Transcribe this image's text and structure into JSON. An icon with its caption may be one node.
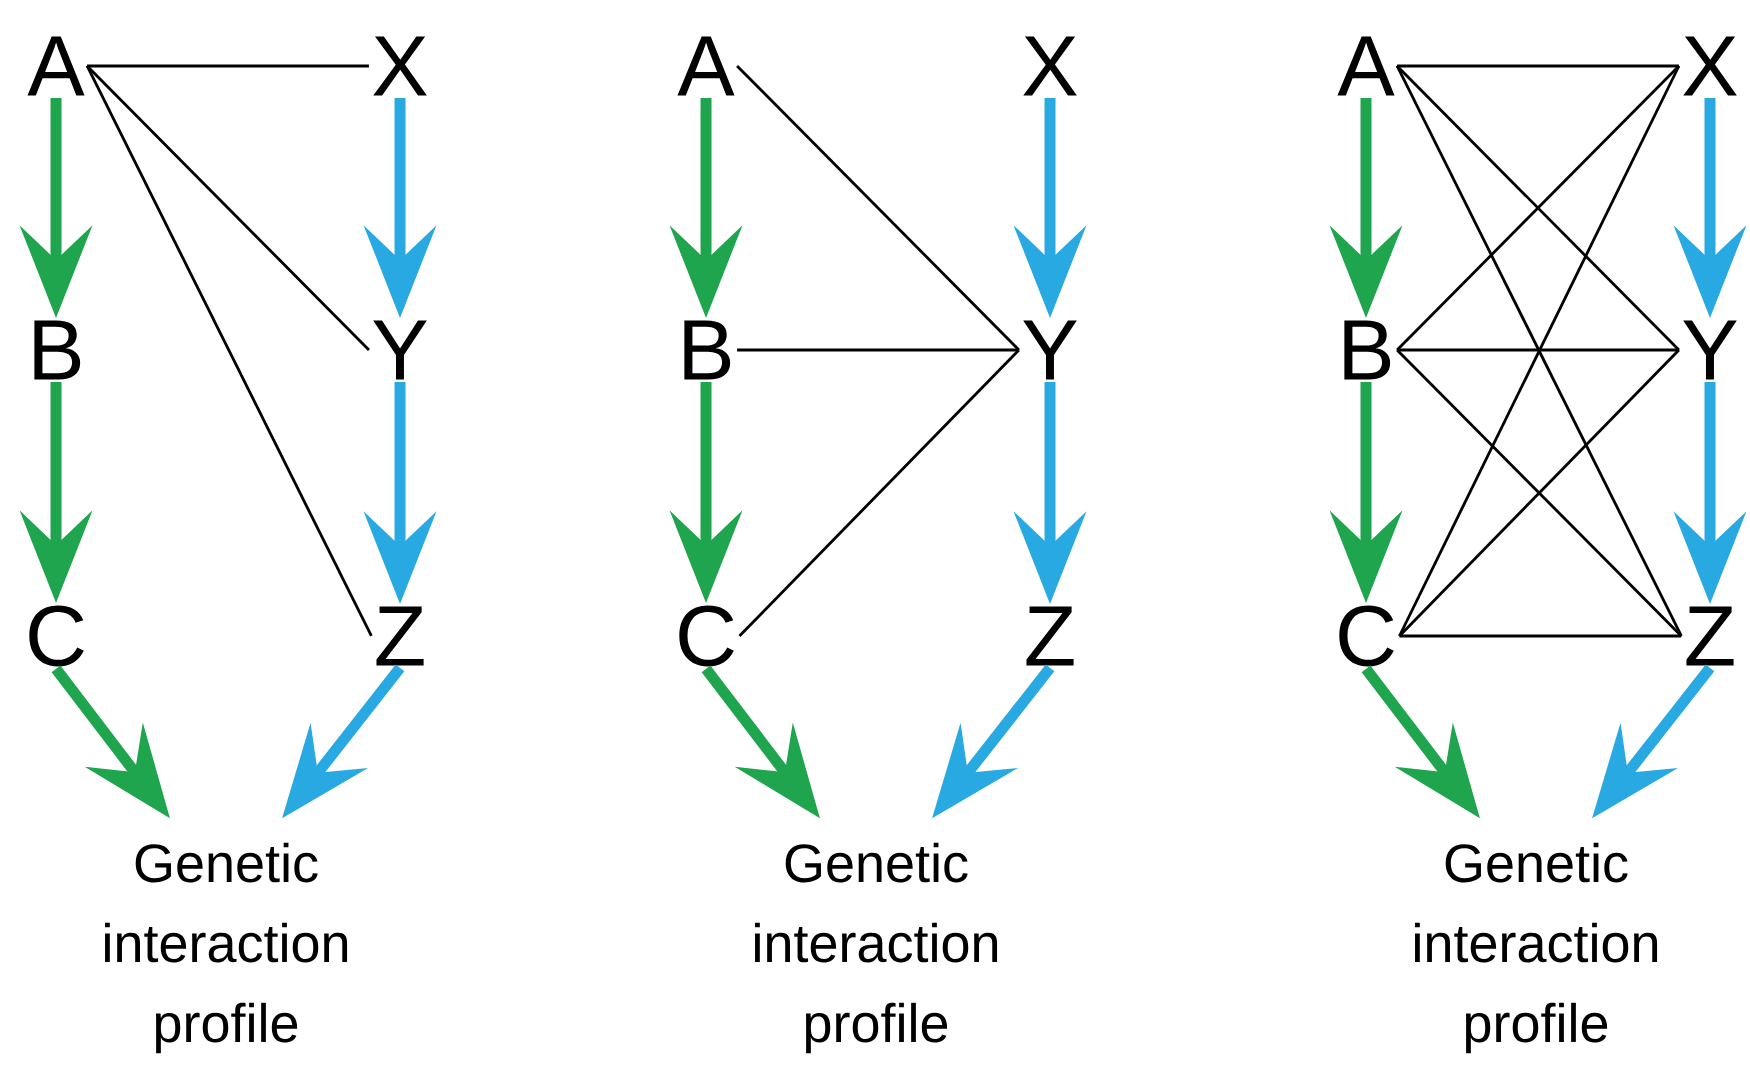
{
  "diagram": {
    "nodes": [
      {
        "text": [
          "A"
        ]
      },
      {
        "text": [
          "B"
        ]
      },
      {
        "text": [
          "C"
        ]
      },
      {
        "text": [
          "X"
        ]
      },
      {
        "text": [
          "Y"
        ]
      },
      {
        "text": [
          "Z"
        ]
      },
      {
        "text": [
          "Genetic interaction profile"
        ]
      },
      {
        "text": [
          "A"
        ]
      },
      {
        "text": [
          "B"
        ]
      },
      {
        "text": [
          "C"
        ]
      },
      {
        "text": [
          "X"
        ]
      },
      {
        "text": [
          "Y"
        ]
      },
      {
        "text": [
          "Z"
        ]
      },
      {
        "text": [
          "Genetic interaction profile"
        ]
      },
      {
        "text": [
          "A"
        ]
      },
      {
        "text": [
          "B"
        ]
      },
      {
        "text": [
          "C"
        ]
      },
      {
        "text": [
          "X"
        ]
      },
      {
        "text": [
          "Y"
        ]
      },
      {
        "text": [
          "Z"
        ]
      },
      {
        "text": [
          "Genetic interaction profile"
        ]
      }
    ],
    "edges": [
      {
        "from": 0,
        "to": 1,
        "arrow": "to",
        "color": "#1fa54e"
      },
      {
        "from": 1,
        "to": 2,
        "arrow": "to",
        "color": "#1fa54e"
      },
      {
        "from": 3,
        "to": 4,
        "arrow": "to",
        "color": "#29a9e1"
      },
      {
        "from": 4,
        "to": 5,
        "arrow": "to",
        "color": "#29a9e1"
      },
      {
        "from": 2,
        "to": 6,
        "arrow": "to",
        "color": "#1fa54e"
      },
      {
        "from": 5,
        "to": 6,
        "arrow": "to",
        "color": "#29a9e1"
      },
      {
        "from": 0,
        "to": 3,
        "arrow": "none"
      },
      {
        "from": 0,
        "to": 4,
        "arrow": "none"
      },
      {
        "from": 0,
        "to": 5,
        "arrow": "none"
      },
      {
        "from": 7,
        "to": 8,
        "arrow": "to",
        "color": "#1fa54e"
      },
      {
        "from": 8,
        "to": 9,
        "arrow": "to",
        "color": "#1fa54e"
      },
      {
        "from": 10,
        "to": 11,
        "arrow": "to",
        "color": "#29a9e1"
      },
      {
        "from": 11,
        "to": 12,
        "arrow": "to",
        "color": "#29a9e1"
      },
      {
        "from": 9,
        "to": 13,
        "arrow": "to",
        "color": "#1fa54e"
      },
      {
        "from": 12,
        "to": 13,
        "arrow": "to",
        "color": "#29a9e1"
      },
      {
        "from": 7,
        "to": 11,
        "arrow": "none"
      },
      {
        "from": 8,
        "to": 11,
        "arrow": "none"
      },
      {
        "from": 9,
        "to": 11,
        "arrow": "none"
      },
      {
        "from": 14,
        "to": 15,
        "arrow": "to",
        "color": "#1fa54e"
      },
      {
        "from": 15,
        "to": 16,
        "arrow": "to",
        "color": "#1fa54e"
      },
      {
        "from": 17,
        "to": 18,
        "arrow": "to",
        "color": "#29a9e1"
      },
      {
        "from": 18,
        "to": 19,
        "arrow": "to",
        "color": "#29a9e1"
      },
      {
        "from": 16,
        "to": 20,
        "arrow": "to",
        "color": "#1fa54e"
      },
      {
        "from": 19,
        "to": 20,
        "arrow": "to",
        "color": "#29a9e1"
      },
      {
        "from": 14,
        "to": 17,
        "arrow": "none"
      },
      {
        "from": 14,
        "to": 18,
        "arrow": "none"
      },
      {
        "from": 14,
        "to": 19,
        "arrow": "none"
      },
      {
        "from": 15,
        "to": 17,
        "arrow": "none"
      },
      {
        "from": 15,
        "to": 18,
        "arrow": "none"
      },
      {
        "from": 15,
        "to": 19,
        "arrow": "none"
      },
      {
        "from": 16,
        "to": 17,
        "arrow": "none"
      },
      {
        "from": 16,
        "to": 18,
        "arrow": "none"
      },
      {
        "from": 16,
        "to": 19,
        "arrow": "none"
      }
    ]
  }
}
